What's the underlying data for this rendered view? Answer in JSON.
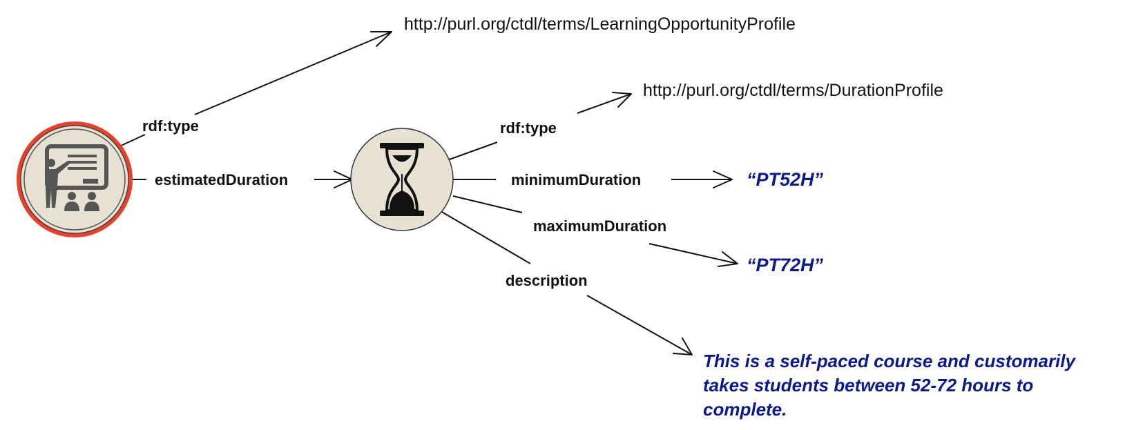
{
  "colors": {
    "literal": "#0b1a8a",
    "highlight_ring": "#e8402a",
    "node_fill": "#e6e1d3",
    "icon": "#555555",
    "line": "#111111"
  },
  "nodes": {
    "learning_opportunity": {
      "icon": "teacher-classroom-icon"
    },
    "duration": {
      "icon": "hourglass-icon"
    }
  },
  "edges": {
    "lo_type": "rdf:type",
    "lo_estimated_duration": "estimatedDuration",
    "dur_type": "rdf:type",
    "dur_minimum": "minimumDuration",
    "dur_maximum": "maximumDuration",
    "dur_description": "description"
  },
  "targets": {
    "learning_opportunity_profile_uri": "http://purl.org/ctdl/terms/LearningOpportunityProfile",
    "duration_profile_uri": "http://purl.org/ctdl/terms/DurationProfile",
    "minimum_value": "“PT52H”",
    "maximum_value": "“PT72H”",
    "description_lines": [
      "This is a self-paced course and customarily",
      "takes students between 52-72 hours to",
      "complete."
    ]
  }
}
